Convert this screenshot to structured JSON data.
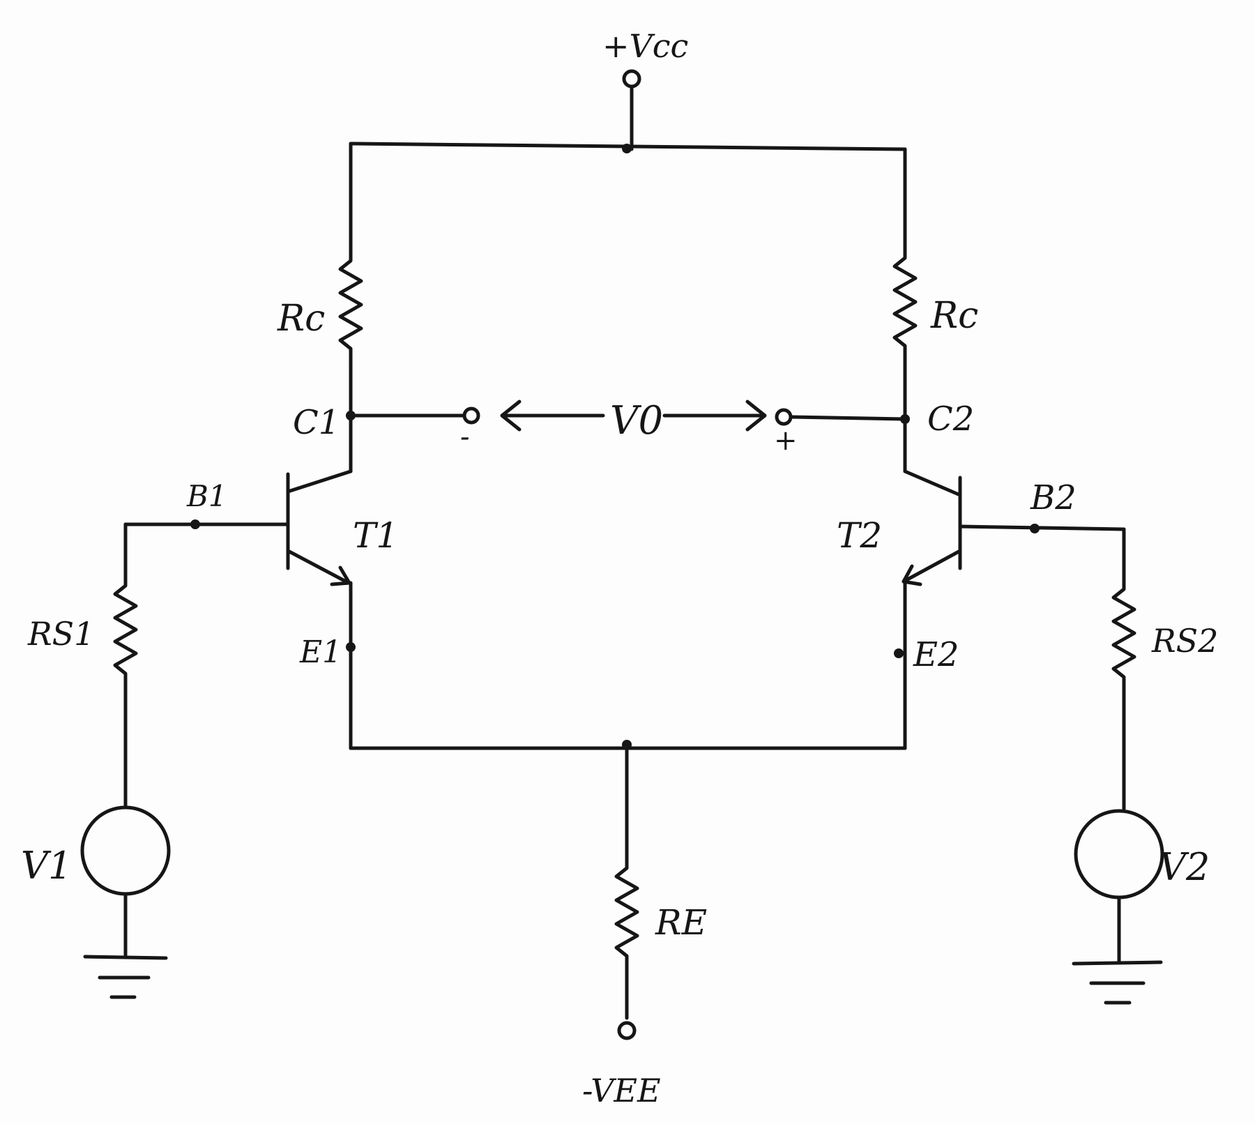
{
  "labels": {
    "vcc": "+Vcc",
    "vee": "-VEE",
    "rc_left": "Rc",
    "rc_right": "Rc",
    "re": "RE",
    "rs1": "RS1",
    "rs2": "RS2",
    "c1": "C1",
    "c2": "C2",
    "b1": "B1",
    "b2": "B2",
    "e1": "E1",
    "e2": "E2",
    "t1": "T1",
    "t2": "T2",
    "v1": "V1",
    "v2": "V2",
    "vo": "V0",
    "out_minus": "-",
    "out_plus": "+"
  }
}
